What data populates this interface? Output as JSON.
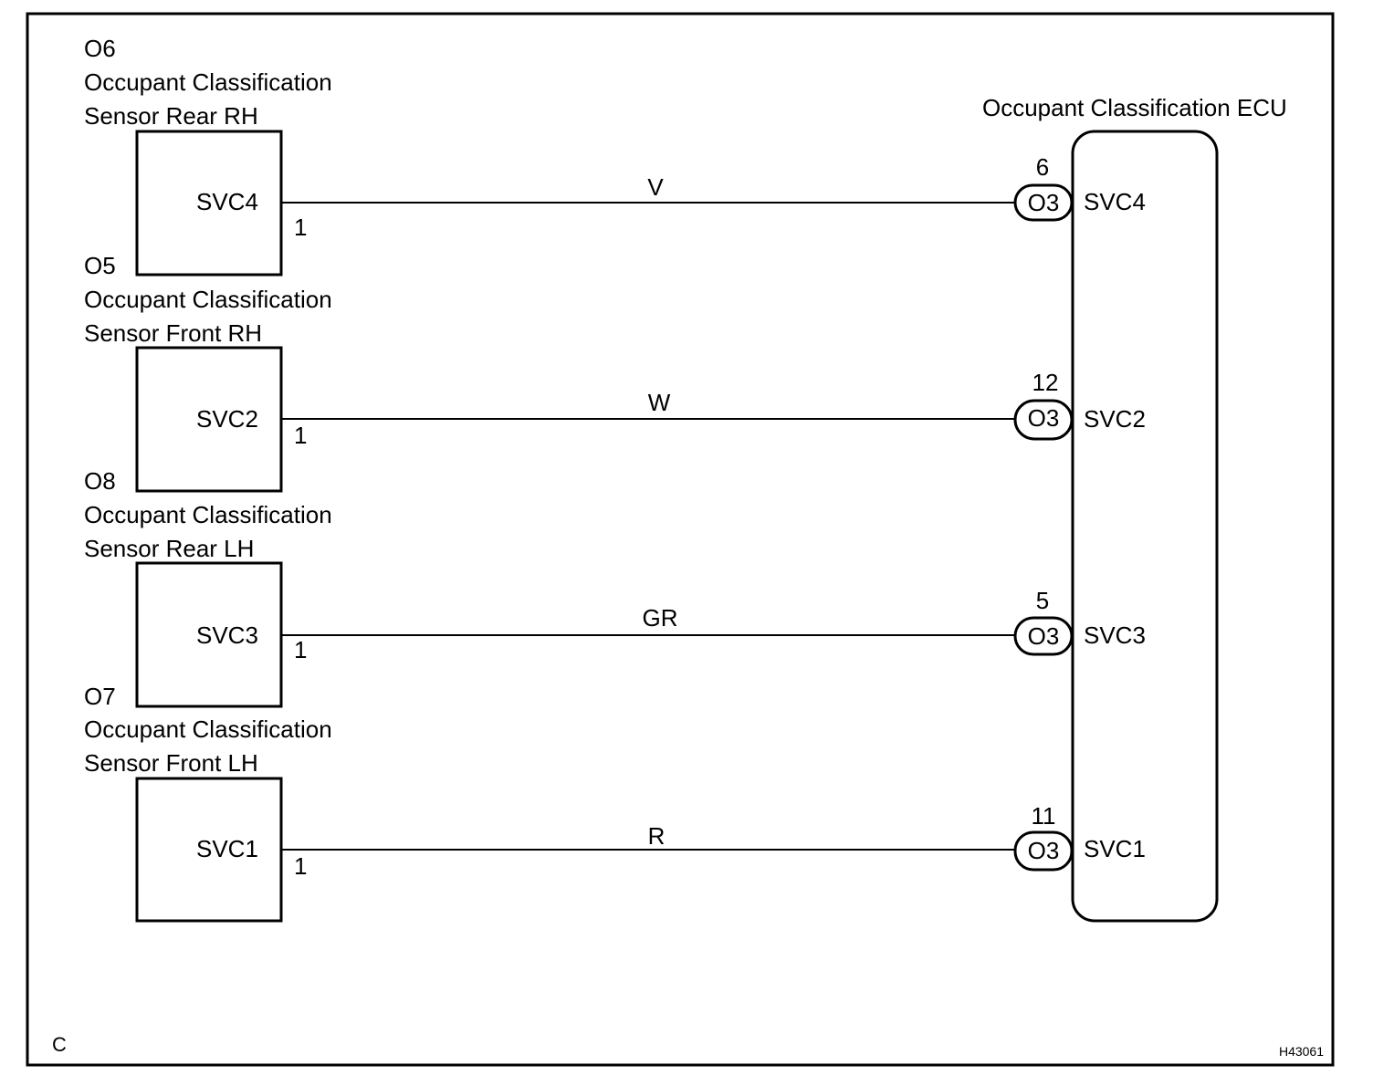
{
  "ecu": {
    "title": "Occupant Classification ECU"
  },
  "sensors": [
    {
      "code": "O6",
      "name_line1": "Occupant Classification",
      "name_line2": "Sensor Rear RH",
      "terminal": "SVC4",
      "pin": "1"
    },
    {
      "code": "O5",
      "name_line1": "Occupant Classification",
      "name_line2": "Sensor Front RH",
      "terminal": "SVC2",
      "pin": "1"
    },
    {
      "code": "O8",
      "name_line1": "Occupant Classification",
      "name_line2": "Sensor Rear LH",
      "terminal": "SVC3",
      "pin": "1"
    },
    {
      "code": "O7",
      "name_line1": "Occupant Classification",
      "name_line2": "Sensor Front LH",
      "terminal": "SVC1",
      "pin": "1"
    }
  ],
  "wires": [
    {
      "color": "V",
      "ecu_pin": "6",
      "connector": "O3",
      "ecu_terminal": "SVC4"
    },
    {
      "color": "W",
      "ecu_pin": "12",
      "connector": "O3",
      "ecu_terminal": "SVC2"
    },
    {
      "color": "GR",
      "ecu_pin": "5",
      "connector": "O3",
      "ecu_terminal": "SVC3"
    },
    {
      "color": "R",
      "ecu_pin": "11",
      "connector": "O3",
      "ecu_terminal": "SVC1"
    }
  ],
  "footer": {
    "corner_label": "C",
    "figure_id": "H43061"
  }
}
